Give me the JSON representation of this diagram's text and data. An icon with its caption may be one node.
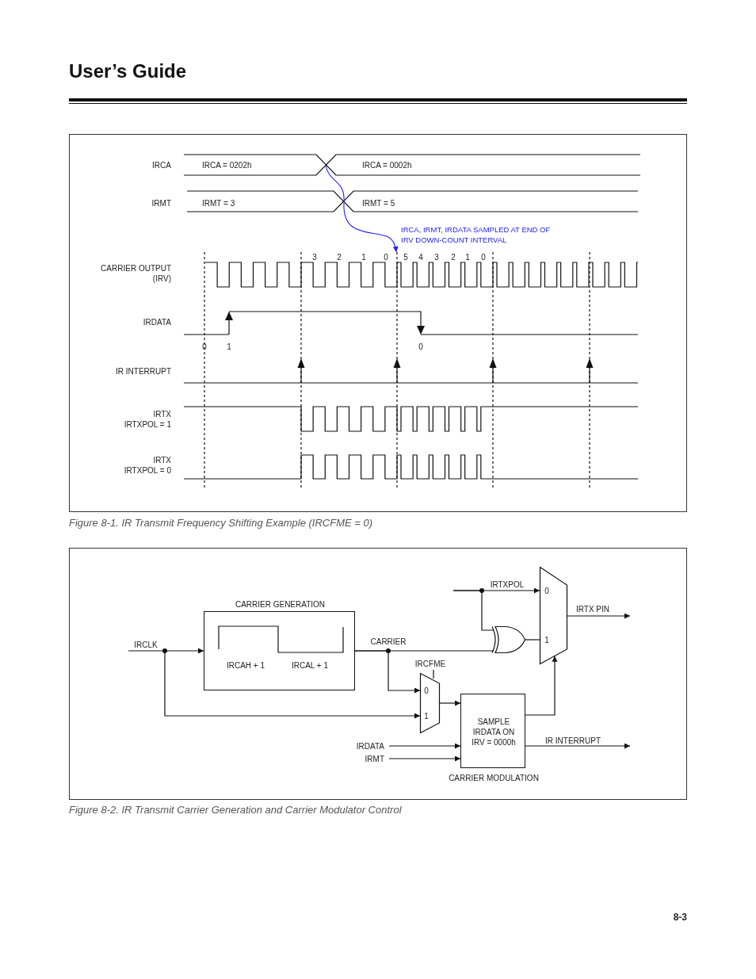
{
  "diagram": {
    "title": "User’s Guide",
    "nodes": [
      {
        "text": [
          "CARRIER GENERATION",
          "IRCAH + 1",
          "IRCAL + 1"
        ]
      },
      {
        "text": [
          "IRCFME",
          "0",
          "1"
        ]
      },
      {
        "text": [
          "SAMPLE IRDATA ON IRV = 0000h",
          "CARRIER MODULATION"
        ]
      },
      {
        "text": [],
        "shape": "gate"
      },
      {
        "text": [
          "0",
          "1"
        ]
      }
    ],
    "edges": [
      {
        "from": null,
        "to": 0,
        "arrow": "to",
        "label": "IRCLK"
      },
      {
        "from": null,
        "to": 1,
        "arrow": "to"
      },
      {
        "from": 0,
        "to": 3,
        "arrow": "none",
        "label": "CARRIER"
      },
      {
        "from": 0,
        "to": 1,
        "arrow": "to"
      },
      {
        "from": null,
        "to": 4,
        "arrow": "to",
        "label": "IRTXPOL"
      },
      {
        "from": null,
        "to": 3,
        "arrow": "none"
      },
      {
        "from": 3,
        "to": 4,
        "arrow": "none"
      },
      {
        "from": 1,
        "to": 2,
        "arrow": "to"
      },
      {
        "from": null,
        "to": 2,
        "arrow": "to",
        "label": "IRDATA"
      },
      {
        "from": null,
        "to": 2,
        "arrow": "to",
        "label": "IRMT"
      },
      {
        "from": 2,
        "to": 4,
        "arrow": "to"
      },
      {
        "from": 4,
        "to": null,
        "arrow": "to",
        "label": "IRTX PIN"
      },
      {
        "from": 2,
        "to": null,
        "arrow": "to",
        "label": "IR INTERRUPT"
      }
    ],
    "labels": [
      "IRCA",
      "IRCA = 0202h",
      "IRCA = 0002h",
      "IRMT",
      "IRMT = 3",
      "IRMT = 5",
      "IRCA, IRMT, IRDATA SAMPLED AT END OF IRV DOWN-COUNT INTERVAL",
      "3",
      "2",
      "1",
      "0",
      "5",
      "4",
      "3",
      "2",
      "1",
      "0",
      "CARRIER OUTPUT (IRV)",
      "IRDATA",
      "0",
      "1",
      "0",
      "IR INTERRUPT",
      "IRTX IRTXPOL = 1",
      "IRTX IRTXPOL = 0",
      "Figure 8-1. IR Transmit Frequency Shifting Example (IRCFME = 0)",
      "Figure 8-2. IR Transmit Carrier Generation and Carrier Modulator Control",
      "8-3"
    ]
  }
}
